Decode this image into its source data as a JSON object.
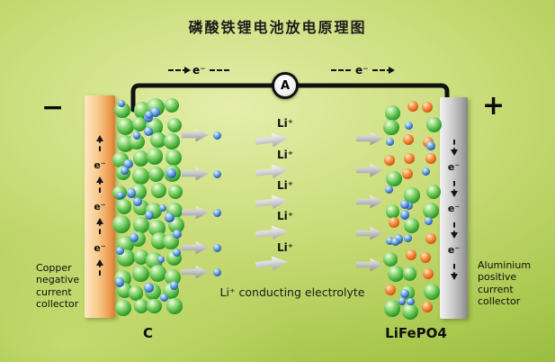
{
  "title": "磷酸铁锂电池放电原理图",
  "circuit": {
    "ammeter_label": "A",
    "electron_flow_left": "e⁻",
    "electron_flow_right": "e⁻"
  },
  "terminals": {
    "negative": "−",
    "positive": "+"
  },
  "collectors": {
    "left": {
      "caption": "Copper negative current collector",
      "electrons": [
        "e⁻",
        "e⁻",
        "e⁻"
      ]
    },
    "right": {
      "caption": "Aluminium positive current collector",
      "electrons": [
        "e⁻",
        "e⁻",
        "e⁻"
      ]
    }
  },
  "electrodes": {
    "anode_label": "C",
    "cathode_label": "LiFePO4"
  },
  "electrolyte": {
    "caption": "Li⁺ conducting electrolyte",
    "ions": [
      "Li⁺",
      "Li⁺",
      "Li⁺",
      "Li⁺",
      "Li⁺"
    ]
  },
  "colors": {
    "background_green": "#a7c74c",
    "copper_bar": "#f0a158",
    "aluminium_bar": "#ababab",
    "sphere_green": "#2f9e2a",
    "sphere_blue": "#2356a6",
    "sphere_orange": "#d4520f",
    "wire_black": "#111111"
  }
}
